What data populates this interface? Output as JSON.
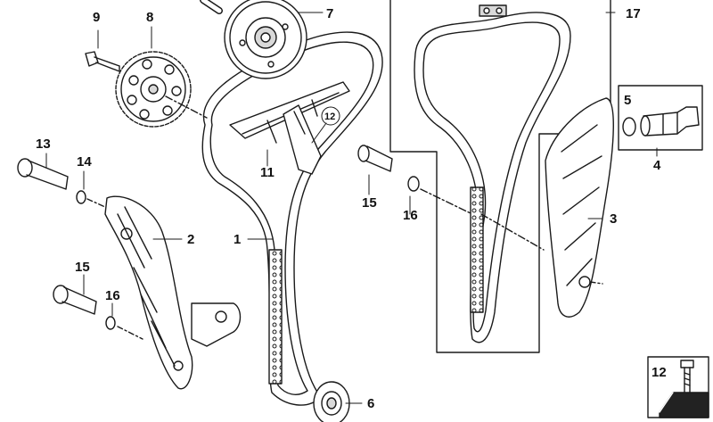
{
  "diagram": {
    "callouts": {
      "n1": "1",
      "n2": "2",
      "n3": "3",
      "n4": "4",
      "n5": "5",
      "n6": "6",
      "n7": "7",
      "n8": "8",
      "n9": "9",
      "n11": "11",
      "n12_circle": "12",
      "n13": "13",
      "n14": "14",
      "n15a": "15",
      "n15b": "15",
      "n16a": "16",
      "n16b": "16",
      "n17": "17",
      "n12_legend": "12"
    }
  },
  "colors": {
    "line": "#1a1a1a",
    "part_fill": "#ffffff",
    "shade": "#d9d9d9",
    "legend_dark": "#222222"
  },
  "icons": {
    "legend": "bolt-icon"
  }
}
